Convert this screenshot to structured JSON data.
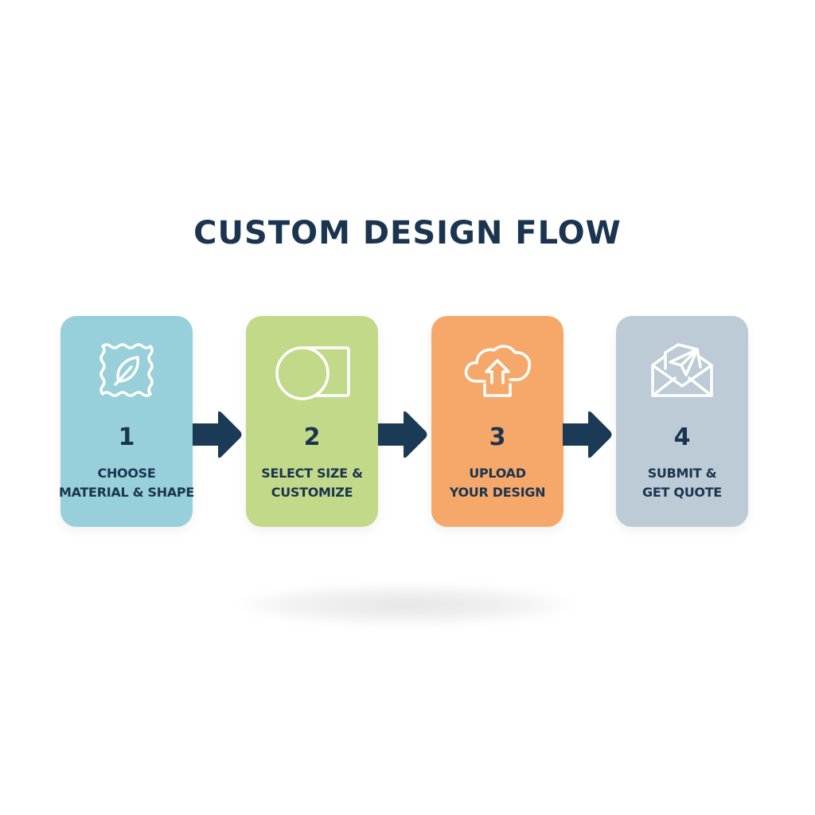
{
  "title": "CUSTOM DESIGN FLOW",
  "colors": {
    "text": "#1b3550",
    "arrow": "#1b3a55",
    "step1": "#97cfda",
    "step2": "#c2d98a",
    "step3": "#f6a86a",
    "step4": "#bccbd6"
  },
  "steps": [
    {
      "number": "1",
      "label": "CHOOSE\nMATERIAL & SHAPE",
      "icon": "stamp-leaf-icon"
    },
    {
      "number": "2",
      "label": "SELECT SIZE &\nCUSTOMIZE",
      "icon": "circle-square-shapes-icon"
    },
    {
      "number": "3",
      "label": "UPLOAD\nYOUR DESIGN",
      "icon": "cloud-upload-icon"
    },
    {
      "number": "4",
      "label": "SUBMIT &\nGET QUOTE",
      "icon": "envelope-paper-plane-icon"
    }
  ]
}
